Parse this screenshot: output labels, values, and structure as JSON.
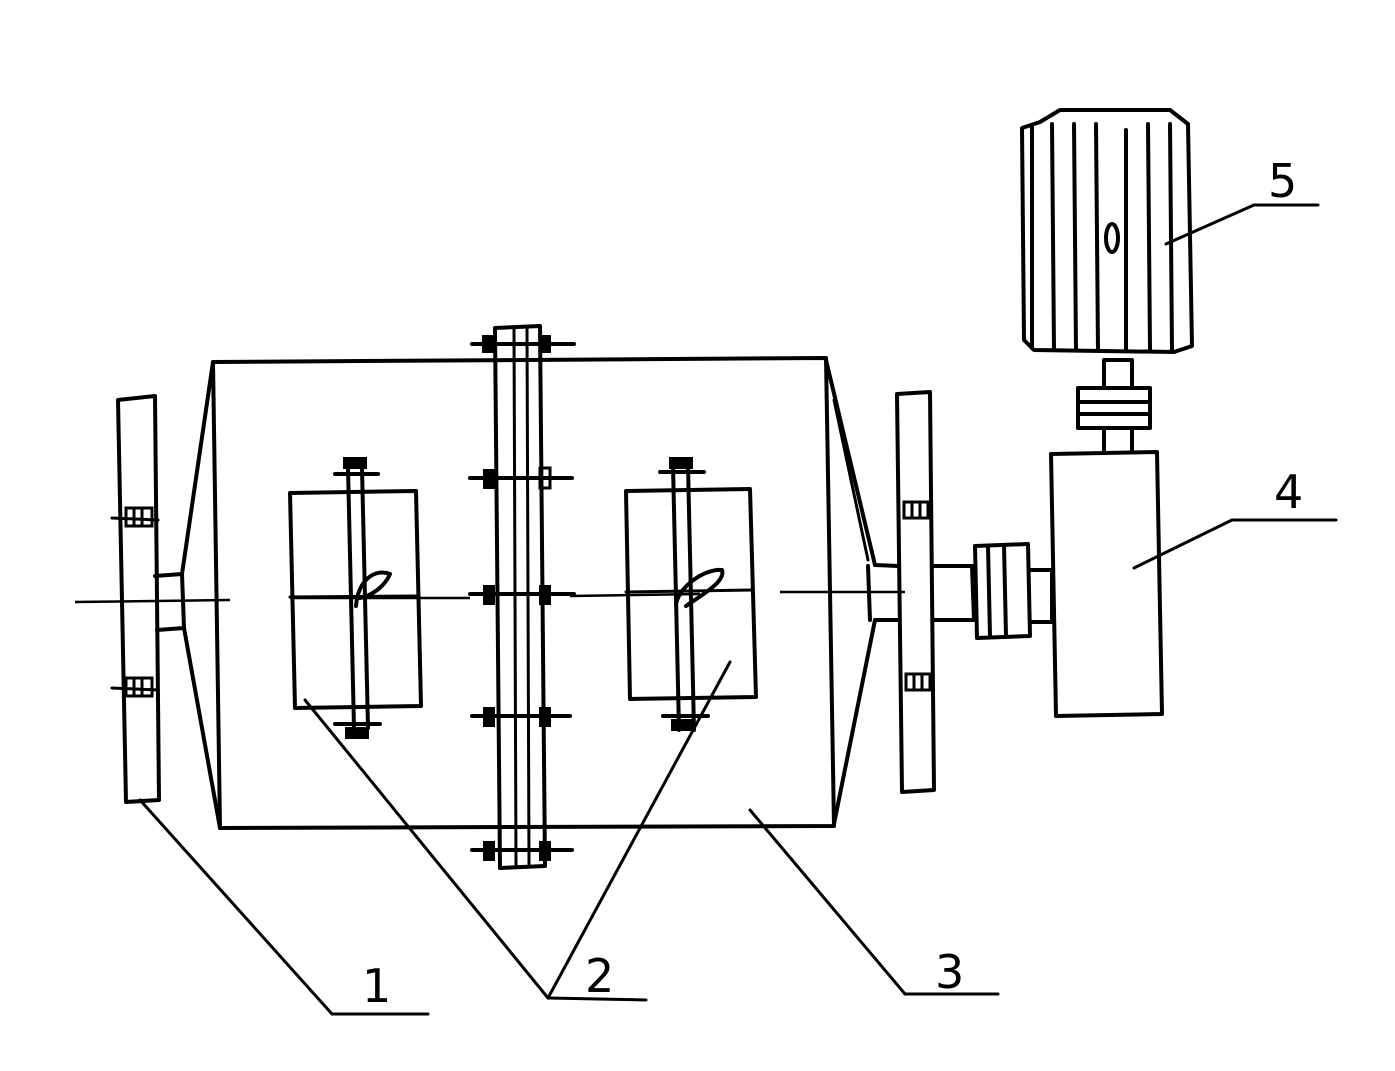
{
  "labels": {
    "l1": "1",
    "l2": "2",
    "l3": "3",
    "l4": "4",
    "l5": "5"
  }
}
